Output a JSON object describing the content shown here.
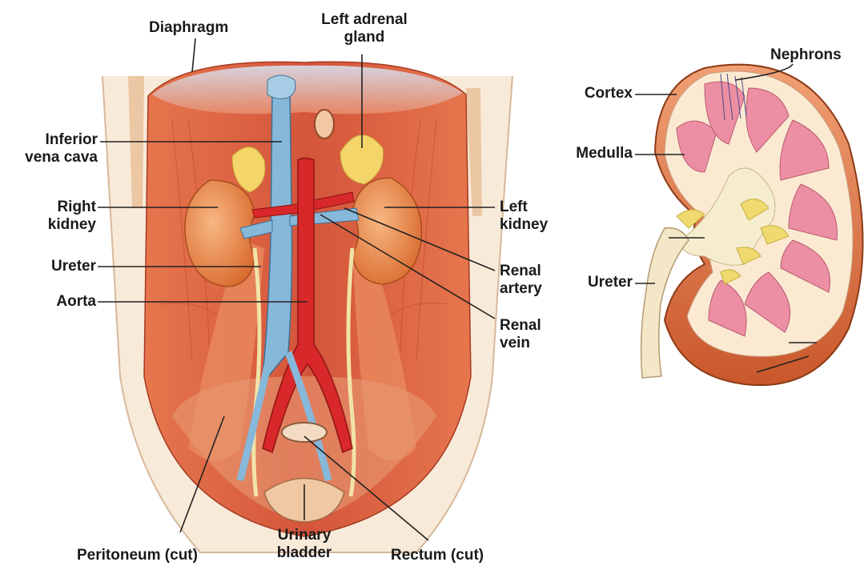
{
  "labels": {
    "diaphragm": "Diaphragm",
    "left_adrenal_gland": "Left adrenal\ngland",
    "inferior_vena_cava": "Inferior\nvena cava",
    "right_kidney": "Right\nkidney",
    "ureter_left_panel": "Ureter",
    "aorta": "Aorta",
    "left_kidney": "Left\nkidney",
    "renal_artery": "Renal\nartery",
    "renal_vein": "Renal\nvein",
    "peritoneum_cut": "Peritoneum (cut)",
    "urinary_bladder": "Urinary\nbladder",
    "rectum_cut": "Rectum (cut)",
    "nephrons": "Nephrons",
    "cortex": "Cortex",
    "medulla": "Medulla",
    "ureter_right_panel": "Ureter"
  },
  "colors": {
    "muscle": "#d9573a",
    "muscle_light": "#ee9a72",
    "kidney": "#e8843f",
    "artery": "#d8282a",
    "vein": "#7fb2d6",
    "adrenal": "#f3d86a",
    "cortex": "#fbe9d2",
    "medulla": "#ec8fa4",
    "skin": "#f6e3cf"
  }
}
